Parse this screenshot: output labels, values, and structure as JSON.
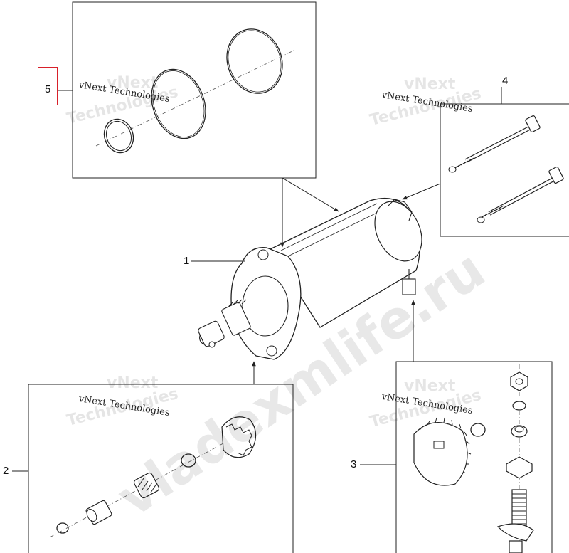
{
  "callouts": {
    "c1": "1",
    "c2": "2",
    "c3": "3",
    "c4": "4",
    "c5": "5"
  },
  "watermarks": {
    "vnext": "vNext Technologies",
    "vnext_ghost_1": "vNext",
    "vnext_ghost_2": "Technologies",
    "site": "vladexmlife.ru"
  },
  "colors": {
    "line": "#222222",
    "highlight": "#d8202a",
    "watermark": "#000000"
  }
}
